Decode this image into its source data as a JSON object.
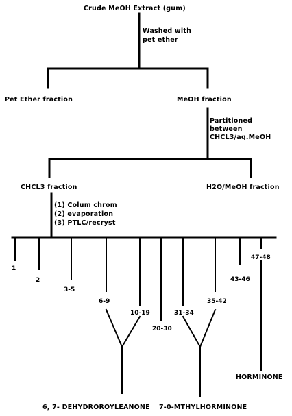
{
  "nodes": {
    "root": "Crude MeOH Extract (gum)",
    "wash_note": [
      "Washed with",
      "pet ether"
    ],
    "pet_ether": "Pet Ether fraction",
    "meoh": "MeOH fraction",
    "partition_note": [
      "Partitioned",
      "between",
      "CHCL3/aq.MeOH"
    ],
    "chcl3": "CHCL3 fraction",
    "h2o_meoh": "H2O/MeOH fraction",
    "steps": [
      "(1) Colum chrom",
      "(2) evaporation",
      "(3) PTLC/recryst"
    ],
    "fractions": [
      "1",
      "2",
      "3-5",
      "6-9",
      "10-19",
      "20-30",
      "31-34",
      "35-42",
      "43-46",
      "47-48"
    ],
    "product_1": "6, 7- DEHYDROROYLEANONE",
    "product_2": "7-0-MTHYLHORMINONE",
    "product_3": "HORMINONE"
  }
}
